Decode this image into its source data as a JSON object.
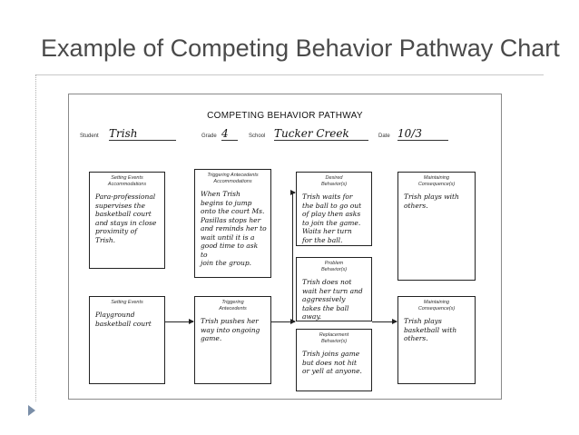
{
  "slide": {
    "title": "Example of Competing Behavior Pathway Chart"
  },
  "form": {
    "title": "COMPETING BEHAVIOR PATHWAY",
    "student_label": "Student",
    "student_value": "Trish",
    "grade_label": "Grade",
    "grade_value": "4",
    "school_label": "School",
    "school_value": "Tucker Creek",
    "date_label": "Date",
    "date_value": "10/3"
  },
  "row1": {
    "setting": {
      "head": "Setting Events\nAccommodations",
      "body": "Para-professional\nsupervises the\nbasketball court\nand stays in close\nproximity of\nTrish."
    },
    "trigger": {
      "head": "Triggering Antecedents\nAccommodations",
      "body": "When Trish\nbegins to jump\nonto the court Ms.\nPasillas stops her\nand reminds her to\nwait until it is a\ngood time to ask to\njoin the group."
    },
    "desired": {
      "head": "Desired\nBehavior(s)",
      "body": "Trish waits for\nthe ball to go out\nof play then asks\nto join the game.\nWaits her turn\nfor the ball."
    },
    "maintaining": {
      "head": "Maintaining\nConsequence(s)",
      "body": "Trish plays with\nothers."
    }
  },
  "problem": {
    "head": "Problem\nBehavior(s)",
    "body": "Trish does not\nwait her turn and\naggressively\ntakes the ball\naway."
  },
  "row2": {
    "setting": {
      "head": "Setting Events",
      "body": "Playground\nbasketball court"
    },
    "trigger": {
      "head": "Triggering\nAntecedents",
      "body": "Trish pushes her\nway into ongoing\ngame."
    },
    "maintaining": {
      "head": "Maintaining\nConsequence(s)",
      "body": "Trish plays\nbasketball with\nothers."
    }
  },
  "replacement": {
    "head": "Replacement\nBehavior(s)",
    "body": "Trish joins game\nbut does not hit\nor yell at anyone."
  }
}
